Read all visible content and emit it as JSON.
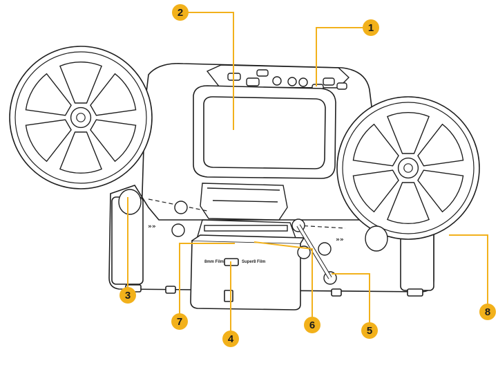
{
  "diagram": {
    "callouts": [
      {
        "label": "1"
      },
      {
        "label": "2"
      },
      {
        "label": "3"
      },
      {
        "label": "4"
      },
      {
        "label": "5"
      },
      {
        "label": "6"
      },
      {
        "label": "7"
      },
      {
        "label": "8"
      }
    ],
    "film_labels": {
      "left": "8mm Film",
      "right": "Super8 Film"
    },
    "advance_arrow_text": "»»"
  },
  "colors": {
    "callout_fill": "#F2B11B",
    "leader_line": "#F2B11B",
    "outline": "#1f1f1f",
    "body_fill": "#ffffff"
  }
}
